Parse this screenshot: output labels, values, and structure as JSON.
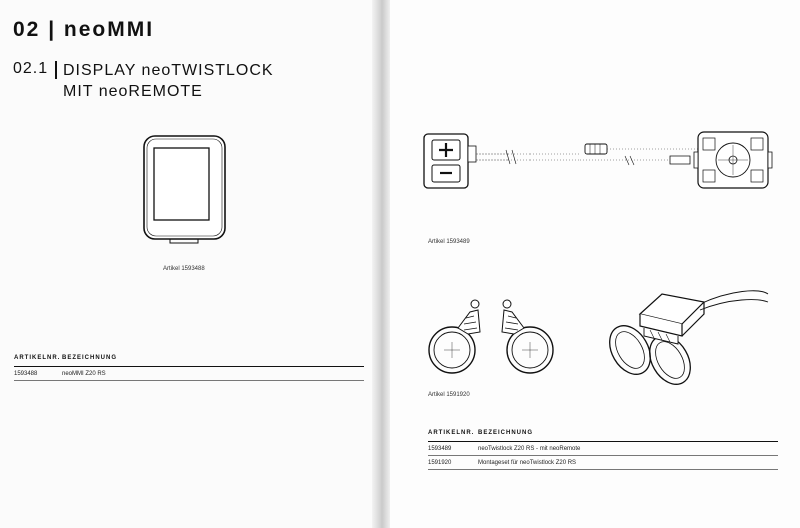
{
  "left_page": {
    "section_title": "02 | neoMMI",
    "subsection_number": "02.1",
    "subsection_title_line1": "DISPLAY neoTWISTLOCK",
    "subsection_title_line2": "MIT neoREMOTE",
    "display_caption": "Artikel 1593488",
    "table": {
      "headers": [
        "ARTIKELNR.",
        "BEZEICHNUNG"
      ],
      "rows": [
        [
          "1593488",
          "neoMMI Z20 RS"
        ]
      ]
    }
  },
  "right_page": {
    "remote_caption": "Artikel 1593489",
    "clamp_caption": "Artikel 1591920",
    "table": {
      "headers": [
        "ARTIKELNR.",
        "BEZEICHNUNG"
      ],
      "rows": [
        [
          "1593489",
          "neoTwistlock Z20 RS - mit neoRemote"
        ],
        [
          "1591920",
          "Montageset für neoTwistlock Z20 RS"
        ]
      ]
    }
  }
}
